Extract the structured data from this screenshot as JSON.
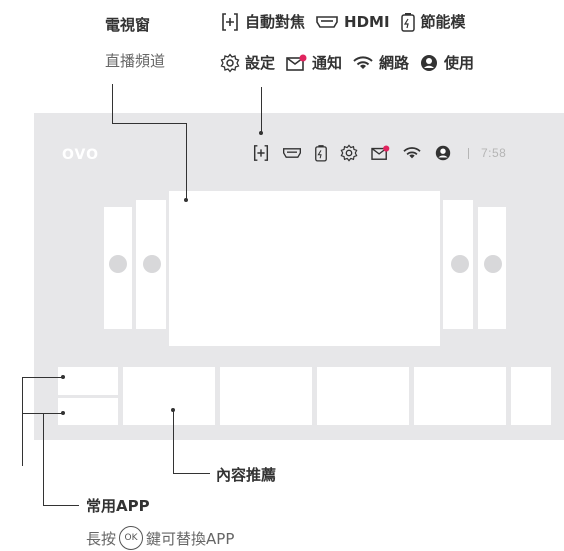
{
  "callouts": {
    "tv_window": {
      "title": "電視窗",
      "subtitle": "直播頻道"
    },
    "status_row1": [
      {
        "icon": "input-source-icon",
        "label": "自動對焦"
      },
      {
        "icon": "hdmi-icon",
        "label": "HDMI"
      },
      {
        "icon": "battery-icon",
        "label": "節能模"
      }
    ],
    "status_row2": [
      {
        "icon": "gear-icon",
        "label": "設定"
      },
      {
        "icon": "mail-icon",
        "label": "通知"
      },
      {
        "icon": "wifi-icon",
        "label": "網路"
      },
      {
        "icon": "user-icon",
        "label": "使用"
      }
    ],
    "content_recommend": "內容推薦",
    "common_app": {
      "title": "常用APP",
      "hint_prefix": "長按",
      "ok_key": "OK",
      "hint_suffix": "鍵可替換APP"
    }
  },
  "screen": {
    "logo": "OVO",
    "status_icons": [
      "input-source-icon",
      "hdmi-icon",
      "battery-icon",
      "gear-icon",
      "mail-icon",
      "wifi-icon",
      "user-icon"
    ],
    "clock": "7:58"
  },
  "colors": {
    "screen_bg": "#e7e7e9",
    "notify_dot": "#e0245e",
    "text": "#333333"
  }
}
